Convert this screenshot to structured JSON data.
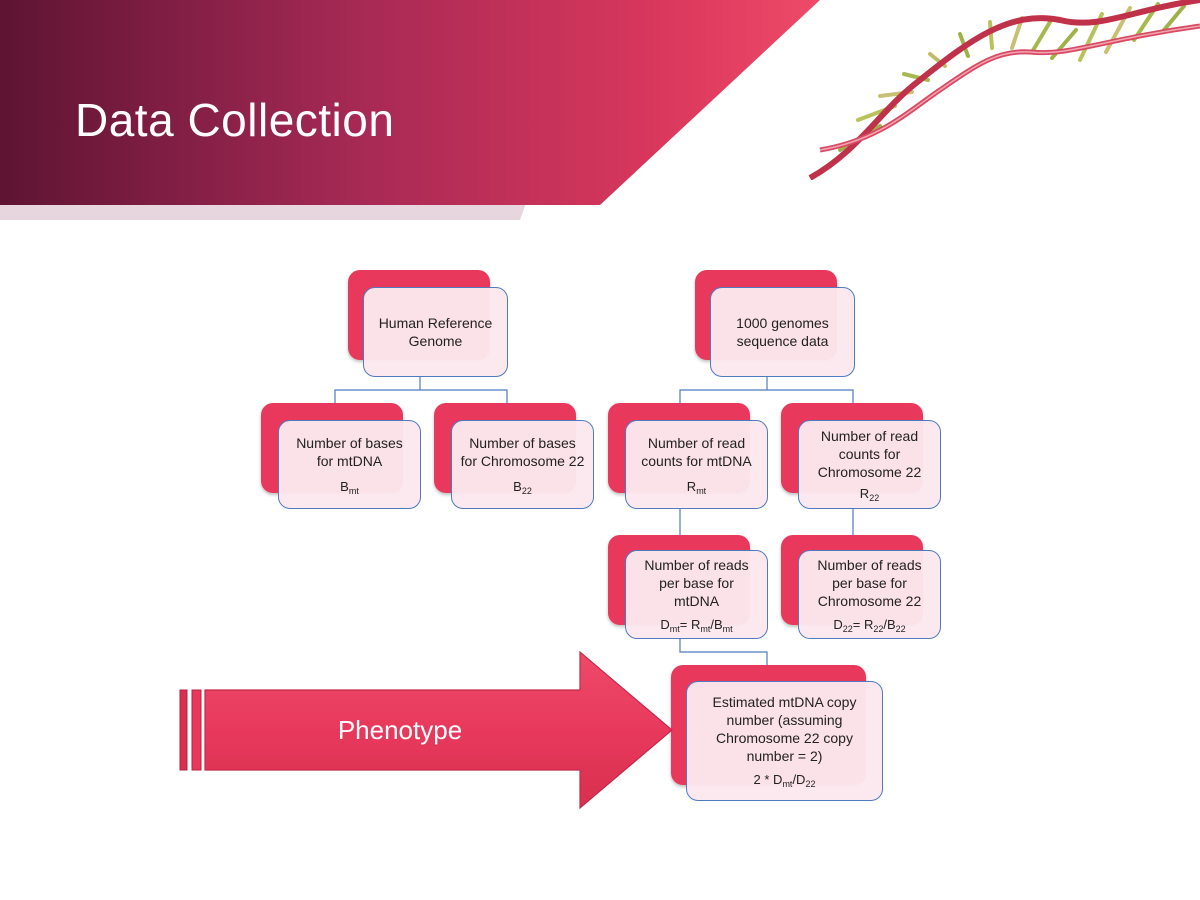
{
  "slide": {
    "title": "Data Collection"
  },
  "colors": {
    "banner_dark": "#6b1538",
    "banner_mid": "#b52a52",
    "accent": "#e8395c",
    "card_fill": "#fce8ee",
    "card_border": "#4f7bbd",
    "connector": "#4f7bbd"
  },
  "icons": {
    "dna": "dna-helix-icon"
  },
  "diagram": {
    "nodes": {
      "reference": {
        "text": "Human Reference Genome"
      },
      "genomes": {
        "text": "1000 genomes sequence data"
      },
      "bases_mt": {
        "text": "Number of bases for mtDNA",
        "sym": "B",
        "sub": "mt"
      },
      "bases_22": {
        "text": "Number of bases for Chromosome 22",
        "sym": "B",
        "sub": "22"
      },
      "reads_mt": {
        "text": "Number of read counts for mtDNA",
        "sym": "R",
        "sub": "mt"
      },
      "reads_22": {
        "text": "Number of read counts for Chromosome 22",
        "sym": "R",
        "sub": "22"
      },
      "depth_mt": {
        "text": "Number of reads per base for mtDNA",
        "sym_a": "D",
        "sub_a": "mt",
        "eq": "= R",
        "sub_b": "mt",
        "slash": "/B",
        "sub_c": "mt"
      },
      "depth_22": {
        "text": "Number of reads per base for Chromosome 22",
        "sym_a": "D",
        "sub_a": "22",
        "eq": "= R",
        "sub_b": "22",
        "slash": "/B",
        "sub_c": "22"
      },
      "copy_number": {
        "text": "Estimated mtDNA copy number (assuming Chromosome 22 copy number = 2)",
        "prefix": "2 * D",
        "sub_a": "mt",
        "slash": "/D",
        "sub_b": "22"
      }
    },
    "arrow_label": "Phenotype"
  }
}
